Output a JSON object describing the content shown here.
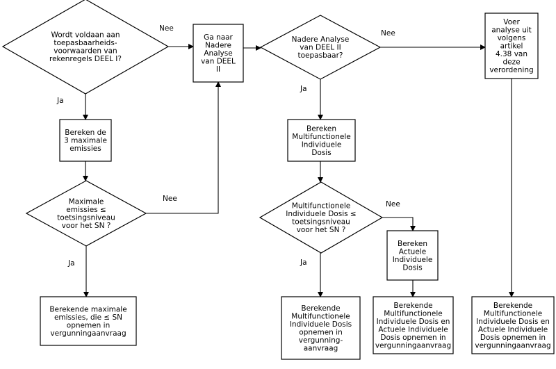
{
  "nodes": {
    "d1": {
      "lines": [
        "Wordt voldaan aan",
        "toepasbaarheids-",
        "voorwaarden van",
        "rekenregels DEEL I?"
      ]
    },
    "b1": {
      "lines": [
        "Bereken de",
        "3 maximale",
        "emissies"
      ]
    },
    "d2": {
      "lines": [
        "Maximale",
        "emissies ≤",
        "toetsingsniveau",
        "voor het SN ?"
      ]
    },
    "r1": {
      "lines": [
        "Berekende maximale",
        "emissies, die ≤ SN",
        "opnemen in",
        "vergunningaanvraag"
      ]
    },
    "g1": {
      "lines": [
        "Ga naar",
        "Nadere",
        "Analyse",
        "van DEEL",
        "II"
      ]
    },
    "d3": {
      "lines": [
        "Nadere Analyse",
        "van DEEL II",
        "toepasbaar?"
      ]
    },
    "b2": {
      "lines": [
        "Bereken",
        "Multifunctionele",
        "Individuele",
        "Dosis"
      ]
    },
    "d4": {
      "lines": [
        "Multifunctionele",
        "Individuele Dosis ≤",
        "toetsingsniveau",
        "voor het SN ?"
      ]
    },
    "r2": {
      "lines": [
        "Berekende",
        "Multifunctionele",
        "Individuele Dosis",
        "opnemen in",
        "vergunning-",
        "aanvraag"
      ]
    },
    "b3": {
      "lines": [
        "Bereken",
        "Actuele",
        "Individuele",
        "Dosis"
      ]
    },
    "r3": {
      "lines": [
        "Berekende",
        "Multifunctionele",
        "Individuele Dosis en",
        "Actuele Individuele",
        "Dosis opnemen in",
        "vergunningaanvraag"
      ]
    },
    "v1": {
      "lines": [
        "Voer",
        "analyse uit",
        "volgens",
        "artikel",
        "4.38 van",
        "deze",
        "verordening"
      ]
    },
    "r4": {
      "lines": [
        "Berekende",
        "Multifunctionele",
        "Individuele Dosis en",
        "Actuele Individuele",
        "Dosis opnemen in",
        "vergunningaanvraag"
      ]
    }
  },
  "labels": {
    "d1_nee": "Nee",
    "d1_ja": "Ja",
    "d2_nee": "Nee",
    "d2_ja": "Ja",
    "d3_nee": "Nee",
    "d3_ja": "Ja",
    "d4_nee": "Nee",
    "d4_ja": "Ja"
  }
}
